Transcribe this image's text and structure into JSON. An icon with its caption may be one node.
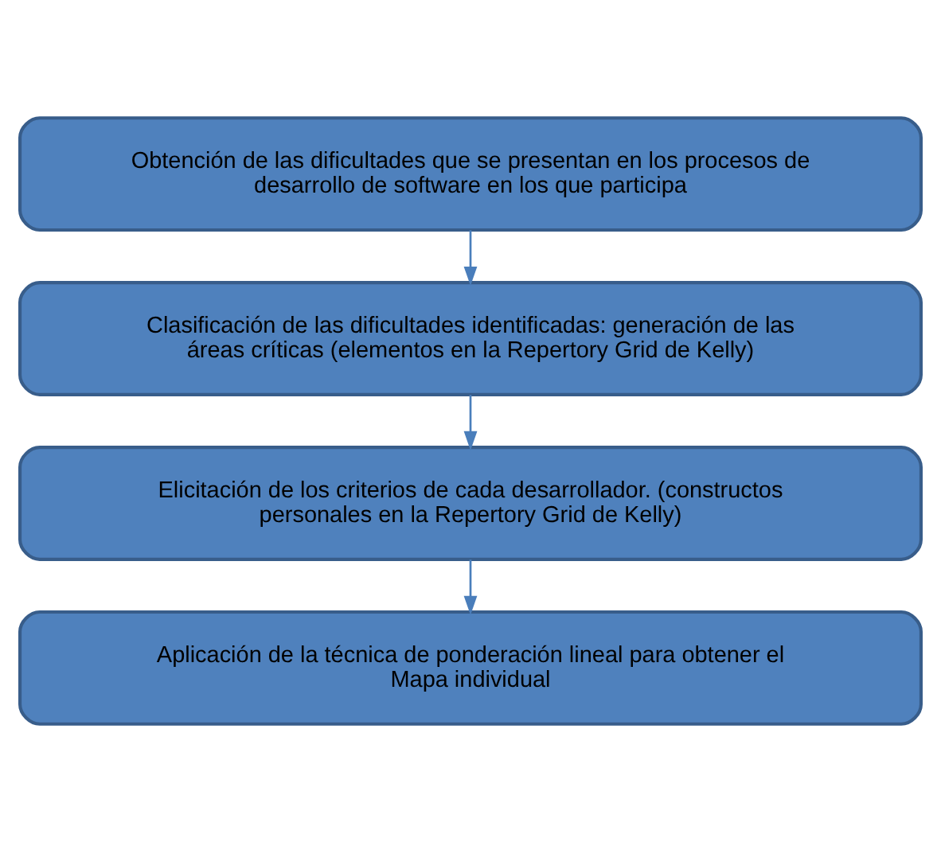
{
  "diagram": {
    "nodes": [
      {
        "text": [
          "Obtención de las dificultades que se presentan en los procesos de desarrollo de software en los que participa"
        ]
      },
      {
        "text": [
          "Clasificación de las dificultades identificadas: generación de las áreas críticas (elementos en la Repertory Grid de Kelly)"
        ]
      },
      {
        "text": [
          "Elicitación de los criterios de cada desarrollador. (constructos personales en la Repertory Grid de Kelly)"
        ]
      },
      {
        "text": [
          "Aplicación de la técnica de ponderación lineal para obtener el Mapa individual"
        ]
      }
    ],
    "edges": [
      {
        "from": 0,
        "to": 1,
        "arrow": "to"
      },
      {
        "from": 1,
        "to": 2,
        "arrow": "to"
      },
      {
        "from": 2,
        "to": 3,
        "arrow": "to"
      }
    ]
  }
}
